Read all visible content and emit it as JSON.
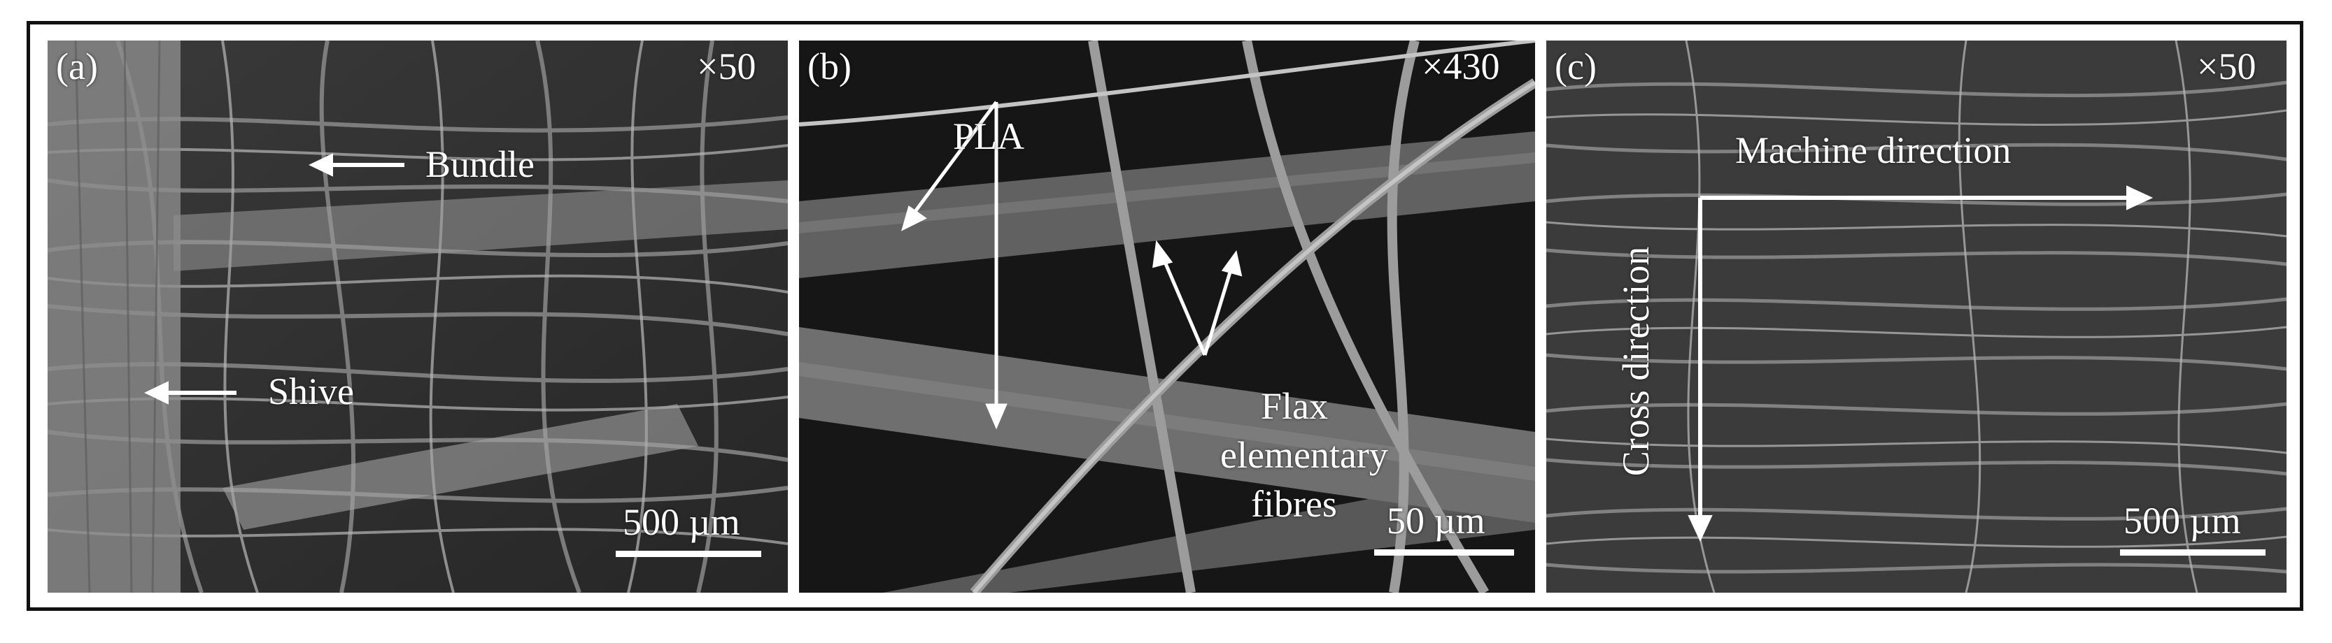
{
  "figure": {
    "panels": [
      {
        "id": "a",
        "label": "(a)",
        "magnification": "×50",
        "annotations": {
          "bundle": "Bundle",
          "shive": "Shive"
        },
        "scale_bar": "500 µm"
      },
      {
        "id": "b",
        "label": "(b)",
        "magnification": "×430",
        "annotations": {
          "pla": "PLA",
          "flax_line1": "Flax",
          "flax_line2": "elementary",
          "flax_line3": "fibres"
        },
        "scale_bar": "50 µm"
      },
      {
        "id": "c",
        "label": "(c)",
        "magnification": "×50",
        "annotations": {
          "machine_direction": "Machine direction",
          "cross_direction": "Cross direction"
        },
        "scale_bar": "500 µm"
      }
    ]
  }
}
